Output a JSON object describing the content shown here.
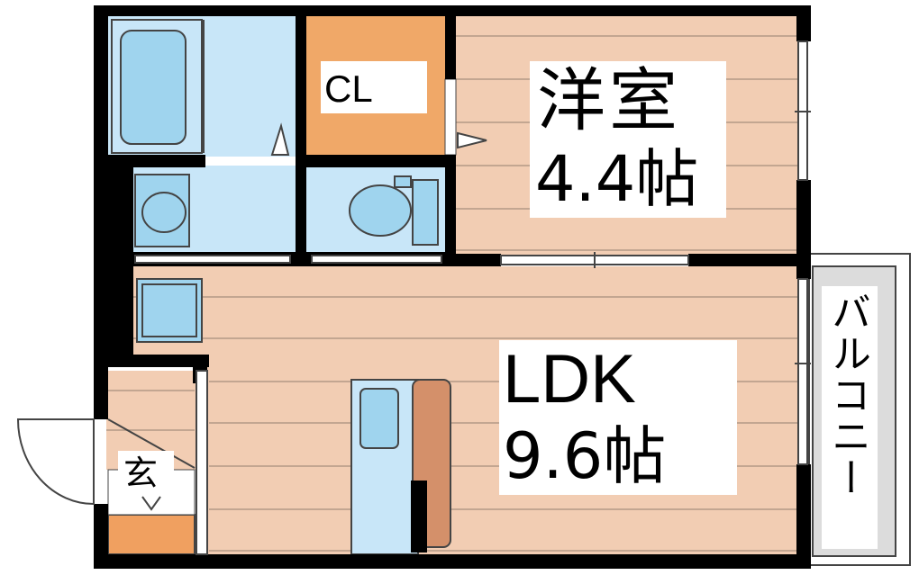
{
  "rooms": {
    "yoshitsu": {
      "name": "洋室",
      "size": "4.4帖"
    },
    "ldk": {
      "name": "LDK",
      "size": "9.6帖"
    },
    "closet": {
      "name": "CL"
    },
    "genkan": {
      "name": "玄"
    },
    "balcony": {
      "name": "バルコニー"
    }
  },
  "colors": {
    "wall": "#000000",
    "floor_wood": "#f2cdb3",
    "floor_line": "#b39a86",
    "closet": "#f0a868",
    "wet_area": "#c8e6f8",
    "fixture": "#9fd4ee",
    "counter": "#d4906a",
    "balcony": "#dcdcdc",
    "shoebox": "#f0a060"
  }
}
